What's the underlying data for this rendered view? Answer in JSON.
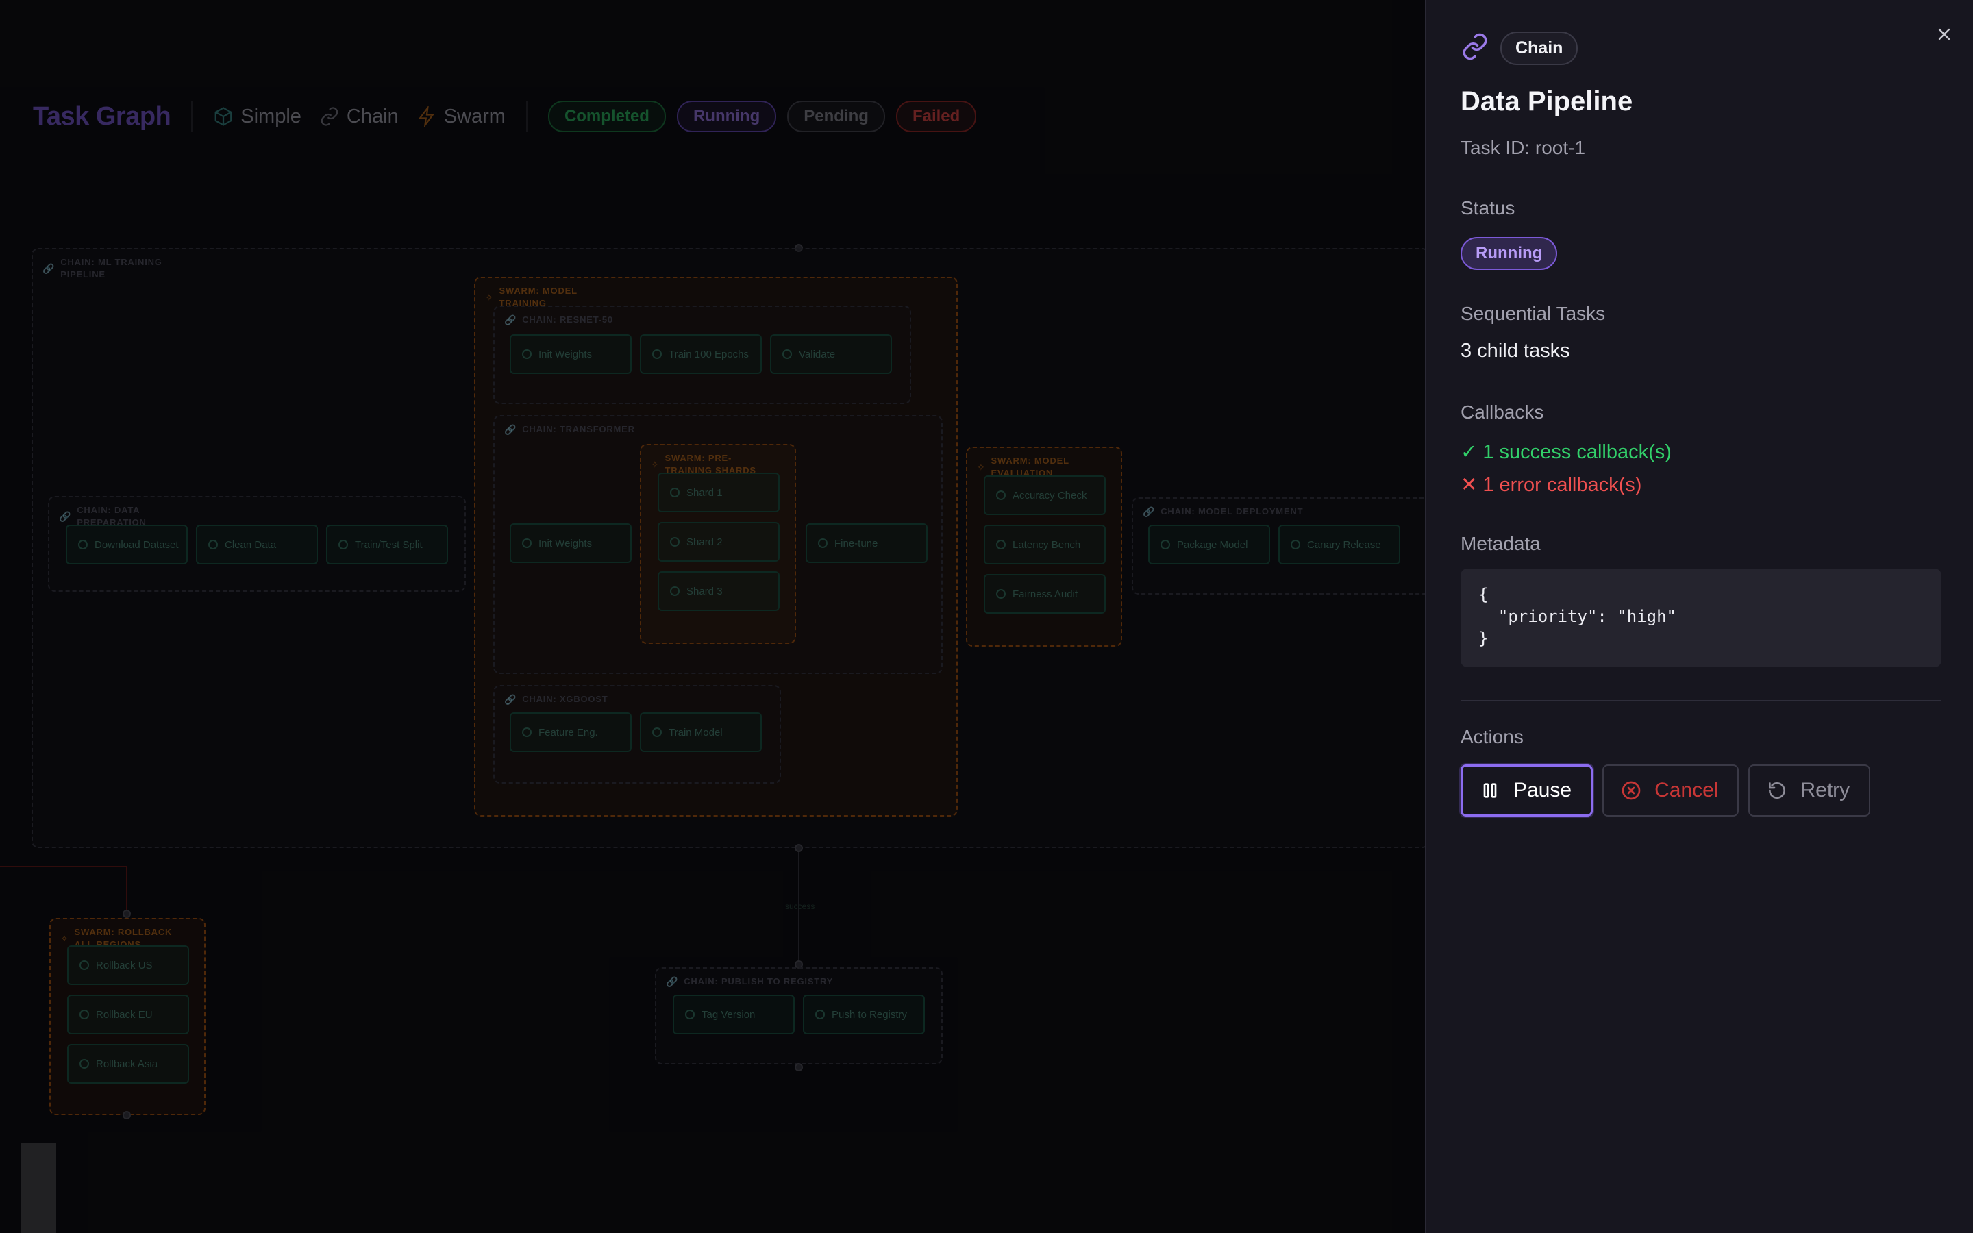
{
  "toolbar": {
    "title": "Task Graph",
    "modes": [
      {
        "label": "Simple",
        "icon": "cube-icon"
      },
      {
        "label": "Chain",
        "icon": "link-icon"
      },
      {
        "label": "Swarm",
        "icon": "lightning-icon"
      }
    ],
    "status_badges": [
      "Completed",
      "Running",
      "Pending",
      "Failed"
    ]
  },
  "graph": {
    "groups": {
      "ml_pipeline": "CHAIN: ML TRAINING PIPELINE",
      "model_training": "SWARM: MODEL TRAINING",
      "resnet": "CHAIN: RESNET-50",
      "transformer": "CHAIN: TRANSFORMER",
      "pretraining_shards": "SWARM: PRE-TRAINING SHARDS",
      "xgboost": "CHAIN: XGBOOST",
      "data_prep": "CHAIN: DATA PREPARATION",
      "model_eval": "SWARM: MODEL EVALUATION",
      "deployment": "CHAIN: MODEL DEPLOYMENT",
      "rollback": "SWARM: ROLLBACK ALL REGIONS",
      "publish": "CHAIN: PUBLISH TO REGISTRY"
    },
    "nodes": {
      "resnet_init": "Init Weights",
      "resnet_train": "Train 100 Epochs",
      "resnet_validate": "Validate",
      "tr_init": "Init Weights",
      "shard1": "Shard 1",
      "shard2": "Shard 2",
      "shard3": "Shard 3",
      "finetune": "Fine-tune",
      "xgb_feature": "Feature Eng.",
      "xgb_train": "Train Model",
      "download": "Download Dataset",
      "clean": "Clean Data",
      "split": "Train/Test Split",
      "accuracy": "Accuracy Check",
      "latency": "Latency Bench",
      "fairness": "Fairness Audit",
      "package": "Package Model",
      "canary": "Canary Release",
      "rb_us": "Rollback US",
      "rb_eu": "Rollback EU",
      "rb_asia": "Rollback Asia",
      "tag": "Tag Version",
      "push": "Push to Registry"
    },
    "edge_label": "success"
  },
  "panel": {
    "type_label": "Chain",
    "title": "Data Pipeline",
    "task_id": "Task ID: root-1",
    "status_label": "Status",
    "status_value": "Running",
    "sequential_label": "Sequential Tasks",
    "child_tasks": "3 child tasks",
    "callbacks_label": "Callbacks",
    "success_callbacks": "✓ 1 success callback(s)",
    "error_callbacks": "✕ 1 error callback(s)",
    "metadata_label": "Metadata",
    "metadata_json": "{\n  \"priority\": \"high\"\n}",
    "actions_label": "Actions",
    "actions": {
      "pause": "Pause",
      "cancel": "Cancel",
      "retry": "Retry"
    }
  },
  "colors": {
    "accent": "#8c6cf0",
    "success": "#32d06a",
    "error": "#f05050",
    "swarm": "#b05a14"
  }
}
